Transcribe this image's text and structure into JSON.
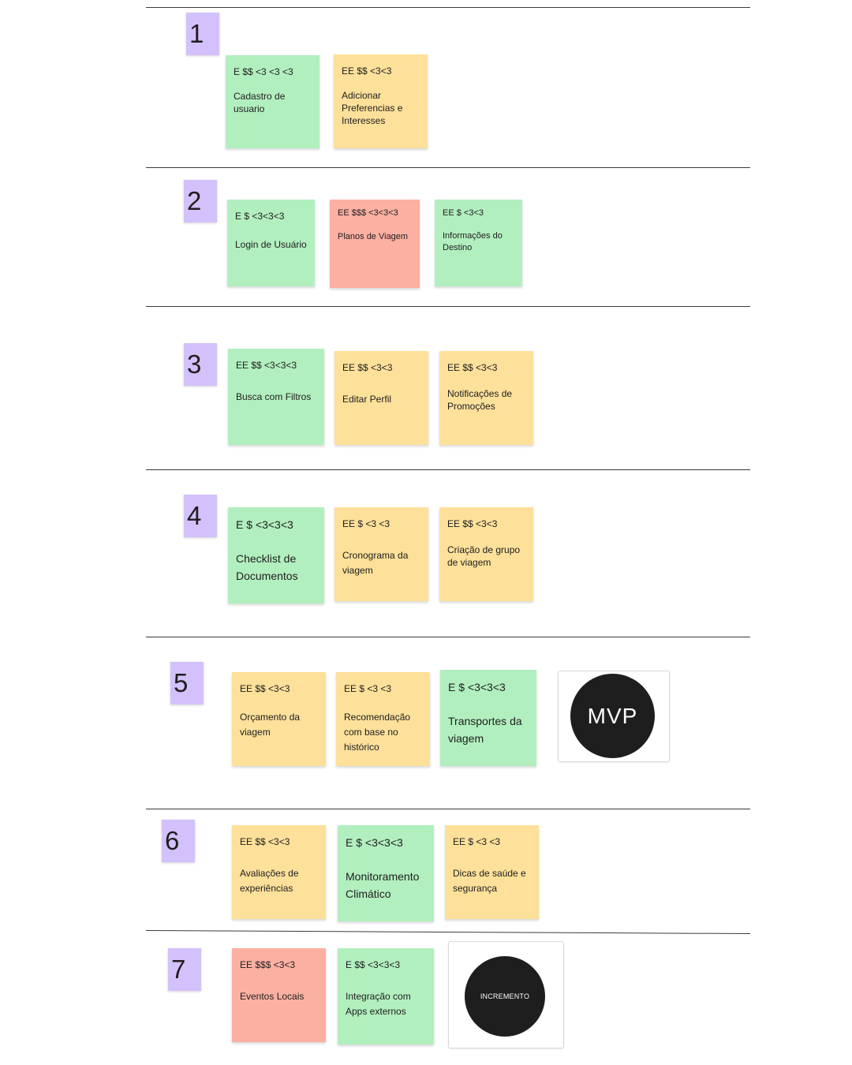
{
  "rows": [
    {
      "number": "1",
      "cards": [
        {
          "header": "E $$ <3 <3 <3",
          "title": "Cadastro de usuario",
          "color": "#b2efbf"
        },
        {
          "header": "EE $$ <3<3",
          "title": "Adicionar Preferencias e Interesses",
          "color": "#fde09a"
        }
      ]
    },
    {
      "number": "2",
      "cards": [
        {
          "header": "E $ <3<3<3",
          "title": "Login de Usuário",
          "color": "#b2efbf"
        },
        {
          "header": "EE $$$ <3<3<3",
          "title": "Planos de Viagem",
          "color": "#fcb0a1"
        },
        {
          "header": "EE $ <3<3",
          "title": "Informações do Destino",
          "color": "#b2efbf"
        }
      ]
    },
    {
      "number": "3",
      "cards": [
        {
          "header": "EE $$ <3<3<3",
          "title": "Busca com Filtros",
          "color": "#b2efbf"
        },
        {
          "header": "EE $$ <3<3",
          "title": "Editar Perfil",
          "color": "#fde09a"
        },
        {
          "header": "EE $$ <3<3",
          "title": "Notificações de Promoções",
          "color": "#fde09a"
        }
      ]
    },
    {
      "number": "4",
      "cards": [
        {
          "header": "E $ <3<3<3",
          "title": "Checklist de Documentos",
          "color": "#b2efbf"
        },
        {
          "header": "EE $ <3 <3",
          "title": "Cronograma da viagem",
          "color": "#fde09a"
        },
        {
          "header": "EE $$ <3<3",
          "title": "Criação de grupo de viagem",
          "color": "#fde09a"
        }
      ]
    },
    {
      "number": "5",
      "cards": [
        {
          "header": "EE $$ <3<3",
          "title": "Orçamento da viagem",
          "color": "#fde09a"
        },
        {
          "header": "EE $ <3 <3",
          "title": "Recomendação com base no histórico",
          "color": "#fde09a"
        },
        {
          "header": "E $ <3<3<3",
          "title": "Transportes da viagem",
          "color": "#b2efbf"
        }
      ],
      "badge": "MVP"
    },
    {
      "number": "6",
      "cards": [
        {
          "header": "EE $$ <3<3",
          "title": "Avaliações de experiências",
          "color": "#fde09a"
        },
        {
          "header": "E $ <3<3<3",
          "title": "Monitoramento Climático",
          "color": "#b2efbf"
        },
        {
          "header": "EE $ <3 <3",
          "title": "Dicas de saúde e segurança",
          "color": "#fde09a"
        }
      ]
    },
    {
      "number": "7",
      "cards": [
        {
          "header": "EE $$$ <3<3",
          "title": "Eventos Locais",
          "color": "#fcb0a1"
        },
        {
          "header": "E $$ <3<3<3",
          "title": "Integração com Apps externos",
          "color": "#b2efbf"
        }
      ],
      "badge": "INCREMENTO"
    }
  ]
}
